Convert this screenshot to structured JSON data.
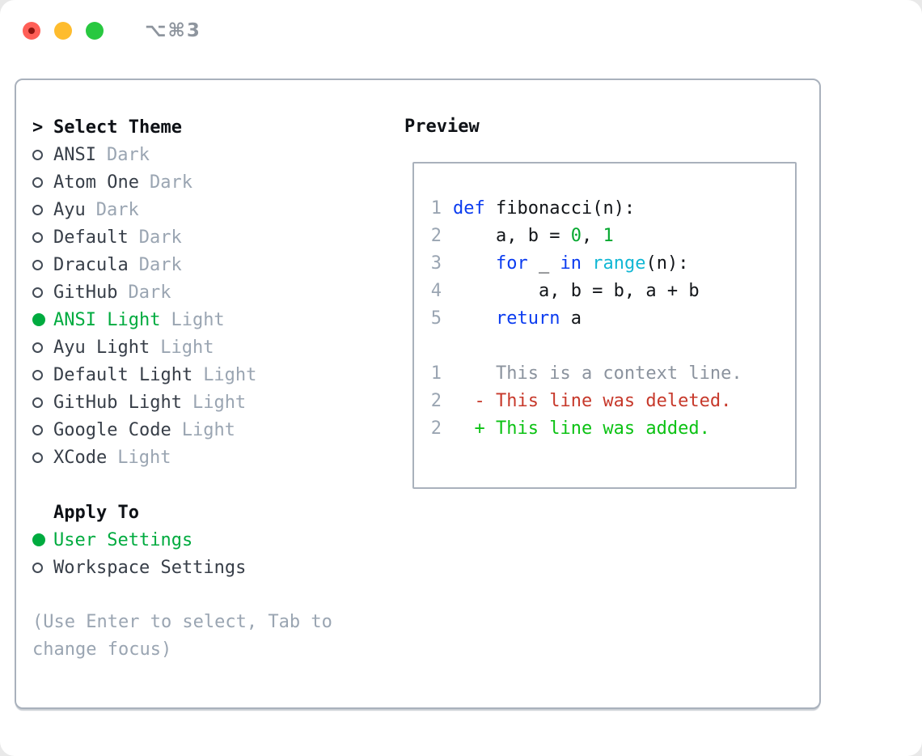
{
  "window": {
    "title": "⌥⌘3",
    "traffic_lights": [
      "close",
      "minimize",
      "zoom"
    ]
  },
  "theme_selector": {
    "header_prefix": ">",
    "header": "Select Theme",
    "items": [
      {
        "label": "ANSI",
        "variant": "Dark",
        "selected": false
      },
      {
        "label": "Atom One",
        "variant": "Dark",
        "selected": false
      },
      {
        "label": "Ayu",
        "variant": "Dark",
        "selected": false
      },
      {
        "label": "Default",
        "variant": "Dark",
        "selected": false
      },
      {
        "label": "Dracula",
        "variant": "Dark",
        "selected": false
      },
      {
        "label": "GitHub",
        "variant": "Dark",
        "selected": false
      },
      {
        "label": "ANSI Light",
        "variant": "Light",
        "selected": true
      },
      {
        "label": "Ayu Light",
        "variant": "Light",
        "selected": false
      },
      {
        "label": "Default Light",
        "variant": "Light",
        "selected": false
      },
      {
        "label": "GitHub Light",
        "variant": "Light",
        "selected": false
      },
      {
        "label": "Google Code",
        "variant": "Light",
        "selected": false
      },
      {
        "label": "XCode",
        "variant": "Light",
        "selected": false
      }
    ]
  },
  "apply_to": {
    "header": "Apply To",
    "options": [
      {
        "label": "User Settings",
        "selected": true
      },
      {
        "label": "Workspace Settings",
        "selected": false
      }
    ]
  },
  "help_text": "(Use Enter to select, Tab to change focus)",
  "preview": {
    "header": "Preview",
    "code_lines": [
      {
        "num": "1",
        "tokens": [
          {
            "t": "def",
            "c": "kw"
          },
          {
            "t": " fibonacci(n):",
            "c": "plain"
          }
        ]
      },
      {
        "num": "2",
        "tokens": [
          {
            "t": "    a, b = ",
            "c": "plain"
          },
          {
            "t": "0",
            "c": "num"
          },
          {
            "t": ", ",
            "c": "plain"
          },
          {
            "t": "1",
            "c": "num"
          }
        ]
      },
      {
        "num": "3",
        "tokens": [
          {
            "t": "    ",
            "c": "plain"
          },
          {
            "t": "for",
            "c": "kw"
          },
          {
            "t": " _ ",
            "c": "plain"
          },
          {
            "t": "in",
            "c": "kw"
          },
          {
            "t": " ",
            "c": "plain"
          },
          {
            "t": "range",
            "c": "builtin"
          },
          {
            "t": "(n):",
            "c": "plain"
          }
        ]
      },
      {
        "num": "4",
        "tokens": [
          {
            "t": "        a, b = b, a + b",
            "c": "plain"
          }
        ]
      },
      {
        "num": "5",
        "tokens": [
          {
            "t": "    ",
            "c": "plain"
          },
          {
            "t": "return",
            "c": "kw"
          },
          {
            "t": " a",
            "c": "plain"
          }
        ]
      }
    ],
    "diff_lines": [
      {
        "num": "1",
        "kind": "context",
        "text": "    This is a context line."
      },
      {
        "num": "2",
        "kind": "deleted",
        "text": "  - This line was deleted."
      },
      {
        "num": "2",
        "kind": "added",
        "text": "  + This line was added."
      }
    ]
  },
  "colors": {
    "accent_green": "#00ab3f",
    "keyword_blue": "#0b3cf0",
    "builtin_cyan": "#11b7d4",
    "number_green": "#05a82f",
    "diff_red": "#c7392b",
    "diff_added_green": "#0cc214",
    "code_text": "#121519",
    "muted_gray": "#9aa5b2",
    "list_text": "#373e48",
    "panel_border": "#a9b1bc",
    "title_gray": "#8e959e",
    "traffic_red": "#ff5f57",
    "traffic_yellow": "#febc2e",
    "traffic_green": "#28c840"
  }
}
